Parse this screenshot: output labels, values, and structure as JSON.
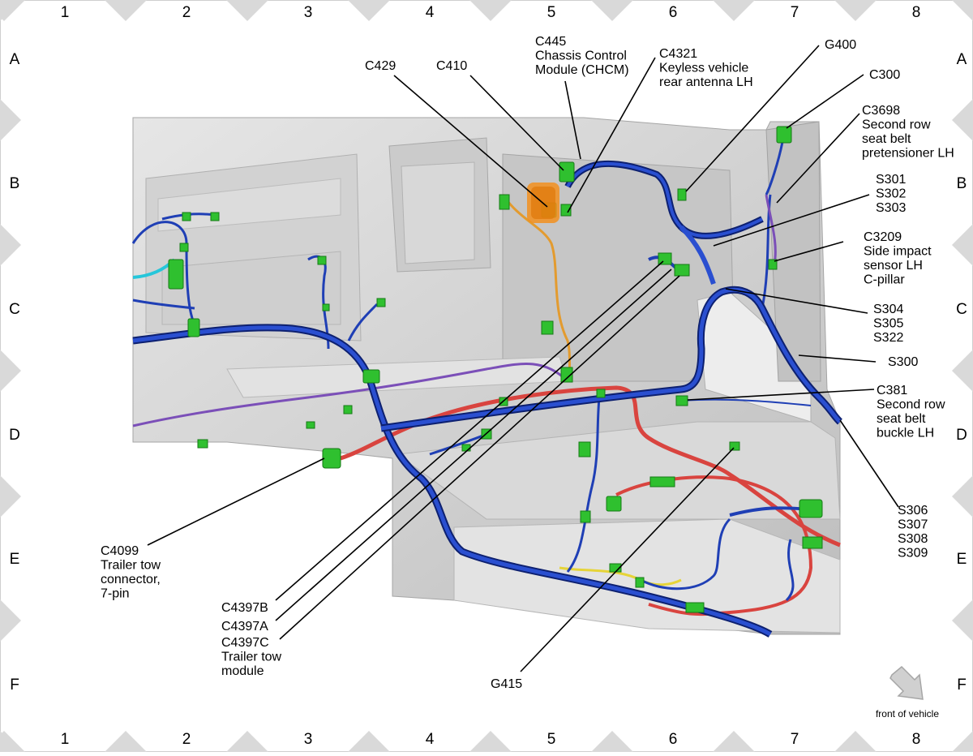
{
  "grid": {
    "columns": [
      "1",
      "2",
      "3",
      "4",
      "5",
      "6",
      "7",
      "8"
    ],
    "rows": [
      "A",
      "B",
      "C",
      "D",
      "E",
      "F"
    ]
  },
  "callouts": [
    {
      "id": "c429",
      "lines": [
        "C429"
      ]
    },
    {
      "id": "c410",
      "lines": [
        "C410"
      ]
    },
    {
      "id": "c445",
      "lines": [
        "C445",
        "Chassis Control",
        "Module (CHCM)"
      ]
    },
    {
      "id": "c4321",
      "lines": [
        "C4321",
        "Keyless vehicle",
        "rear antenna LH"
      ]
    },
    {
      "id": "g400",
      "lines": [
        "G400"
      ]
    },
    {
      "id": "c300",
      "lines": [
        "C300"
      ]
    },
    {
      "id": "c3698",
      "lines": [
        "C3698",
        "Second row",
        "seat belt",
        "pretensioner LH"
      ]
    },
    {
      "id": "s301",
      "lines": [
        "S301",
        "S302",
        "S303"
      ]
    },
    {
      "id": "c3209",
      "lines": [
        "C3209",
        "Side impact",
        "sensor LH",
        "C-pillar"
      ]
    },
    {
      "id": "s304",
      "lines": [
        "S304",
        "S305",
        "S322"
      ]
    },
    {
      "id": "s300",
      "lines": [
        "S300"
      ]
    },
    {
      "id": "c381",
      "lines": [
        "C381",
        "Second row",
        "seat belt",
        "buckle LH"
      ]
    },
    {
      "id": "s306",
      "lines": [
        "S306",
        "S307",
        "S308",
        "S309"
      ]
    },
    {
      "id": "c4099",
      "lines": [
        "C4099",
        "Trailer tow",
        "connector,",
        "7-pin"
      ]
    },
    {
      "id": "c4397b",
      "lines": [
        "C4397B"
      ]
    },
    {
      "id": "c4397a",
      "lines": [
        "C4397A"
      ]
    },
    {
      "id": "c4397c",
      "lines": [
        "C4397C",
        "Trailer tow",
        "module"
      ]
    },
    {
      "id": "g415",
      "lines": [
        "G415"
      ]
    }
  ],
  "orientation": {
    "label": "front of vehicle",
    "icon": "arrow-down-right-icon"
  },
  "colors": {
    "harness_main": "#1f3fb5",
    "harness_dark": "#0d2070",
    "harness_red": "#d9443f",
    "harness_purple": "#7b4fb8",
    "harness_orange": "#e39b2f",
    "connector": "#2fc02f",
    "connector_dark": "#167a16",
    "body": "#d4d4d4",
    "grid_marker": "#d9d9d9"
  }
}
